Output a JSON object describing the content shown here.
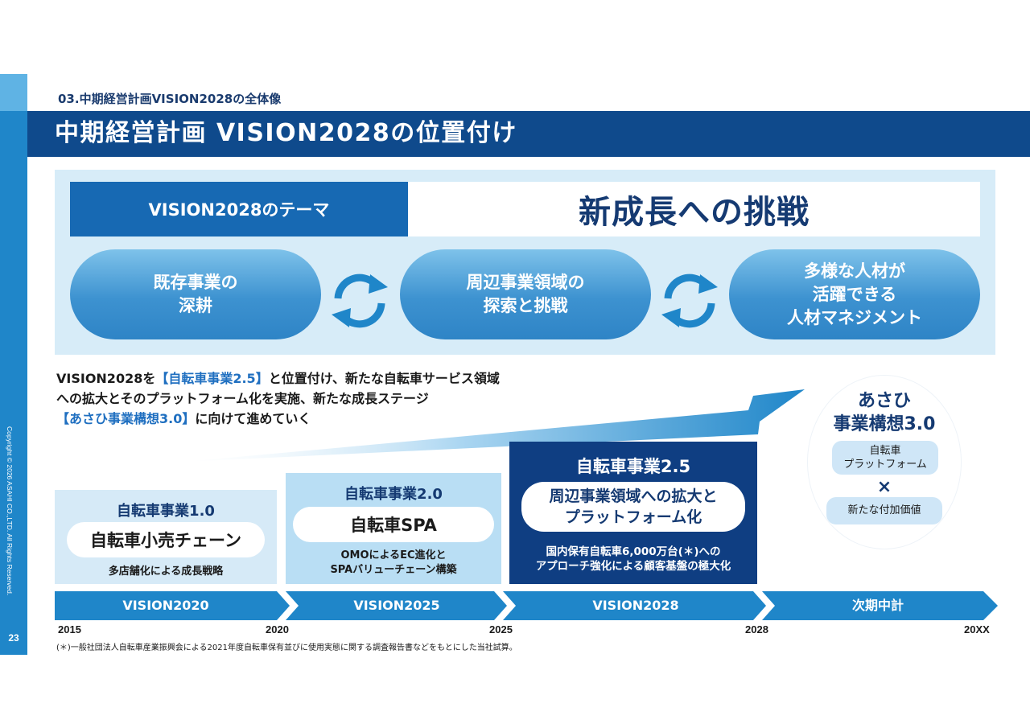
{
  "sidebar": {
    "copyright": "Copyright © 2026 ASAHI CO.,LTD. All Rights Reserved.",
    "page_number": "23"
  },
  "header": {
    "breadcrumb": "03.中期経営計画VISION2028の全体像",
    "title": "中期経営計画 VISION2028の位置付け"
  },
  "theme": {
    "label": "VISION2028のテーマ",
    "value": "新成長への挑戦"
  },
  "pillars": [
    {
      "line1": "既存事業の",
      "line2": "深耕",
      "line3": ""
    },
    {
      "line1": "周辺事業領域の",
      "line2": "探索と挑戦",
      "line3": ""
    },
    {
      "line1": "多様な人材が",
      "line2": "活躍できる",
      "line3": "人材マネジメント"
    }
  ],
  "description": {
    "l1_a": "VISION2028を",
    "l1_hl": "【自転車事業2.5】",
    "l1_b": "と位置付け、新たな自転車サービス領域",
    "l2": "への拡大とそのプラットフォーム化を実施、新たな成長ステージ",
    "l3_hl": "【あさひ事業構想3.0】",
    "l3_b": "に向けて進めていく"
  },
  "stages": [
    {
      "title": "自転車事業1.0",
      "pill": "自転車小売チェーン",
      "desc1": "多店舗化による成長戦略",
      "desc2": ""
    },
    {
      "title": "自転車事業2.0",
      "pill": "自転車SPA",
      "desc1": "OMOによるEC進化と",
      "desc2": "SPAバリューチェーン構築"
    },
    {
      "title": "自転車事業2.5",
      "pill1": "周辺事業領域への拡大と",
      "pill2": "プラットフォーム化",
      "desc1": "国内保有自転車6,000万台(＊)への",
      "desc2": "アプローチ強化による顧客基盤の極大化"
    }
  ],
  "future": {
    "title1": "あさひ",
    "title2": "事業構想3.0",
    "box1_l1": "自転車",
    "box1_l2": "プラットフォーム",
    "times": "×",
    "box2": "新たな付加価値"
  },
  "timeline": {
    "segments": [
      "VISION2020",
      "VISION2025",
      "VISION2028",
      "次期中計"
    ],
    "years": [
      "2015",
      "2020",
      "2025",
      "2028",
      "20XX"
    ]
  },
  "footnote": "(＊)一般社団法人自転車産業振興会による2021年度自転車保有並びに使用実態に関する調査報告書などをもとにした当社試算。",
  "colors": {
    "navy": "#0f4a8c",
    "dark_navy": "#0f3e82",
    "accent_blue": "#1f86c9",
    "light_blue": "#d7ecf8"
  }
}
